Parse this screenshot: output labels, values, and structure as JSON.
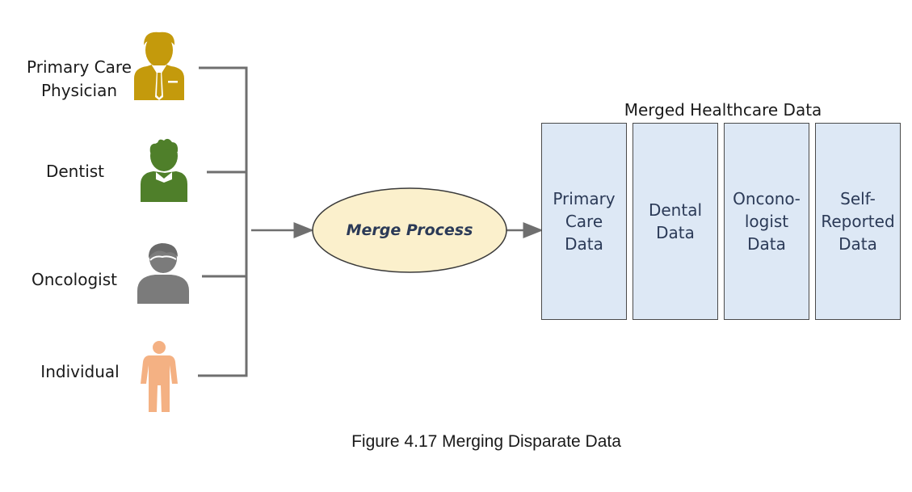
{
  "actors": [
    {
      "id": "primary-care-physician",
      "label": "Primary Care\nPhysician",
      "icon": "physician-icon",
      "color": "#c49a0c"
    },
    {
      "id": "dentist",
      "label": "Dentist",
      "icon": "dentist-icon",
      "color": "#4f7f2a"
    },
    {
      "id": "oncologist",
      "label": "Oncologist",
      "icon": "oncologist-icon",
      "color": "#7b7b7b"
    },
    {
      "id": "individual",
      "label": "Individual",
      "icon": "individual-icon",
      "color": "#f4b183"
    }
  ],
  "process": {
    "label": "Merge Process",
    "fill": "#fbf0cc"
  },
  "merged": {
    "title": "Merged Healthcare Data",
    "columns": [
      {
        "id": "primary-care-data",
        "label": "Primary\nCare\nData"
      },
      {
        "id": "dental-data",
        "label": "Dental\nData"
      },
      {
        "id": "oncologist-data",
        "label": "Onconо-\nlogist\nData"
      },
      {
        "id": "self-reported-data",
        "label": "Self-\nReported\nData"
      }
    ],
    "fill": "#dde8f5"
  },
  "caption": "Figure 4.17 Merging Disparate Data"
}
